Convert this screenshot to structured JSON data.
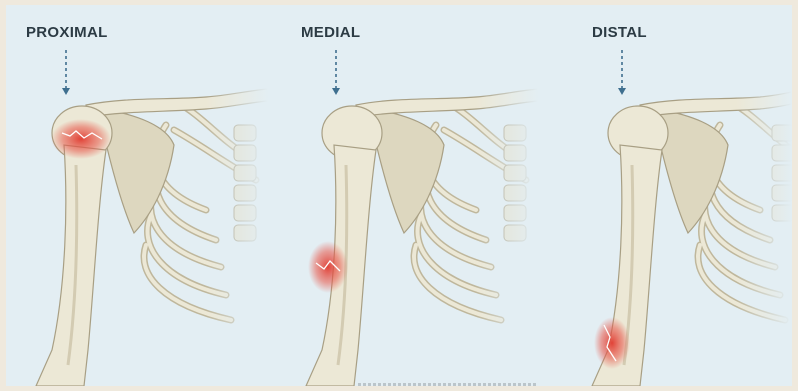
{
  "panels": [
    {
      "label": "PROXIMAL",
      "fracture_site": "proximal"
    },
    {
      "label": "MEDIAL",
      "fracture_site": "medial"
    },
    {
      "label": "DISTAL",
      "fracture_site": "distal"
    }
  ],
  "colors": {
    "background": "#e3eef3",
    "bone": "#ece8d6",
    "bone_shadow": "#cfc7ad",
    "bone_outline": "#a89f84",
    "fracture_highlight": "#e03a2f",
    "arrow": "#3f6f8f",
    "label": "#2c3b44"
  }
}
